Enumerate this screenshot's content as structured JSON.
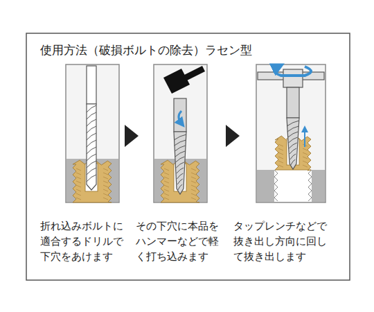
{
  "diagram": {
    "title": "使用方法（破損ボルトの除去）ラセン型",
    "labels": [
      "折れ込みボルトに適合するドリルで下穴をあけます",
      "その下穴に本品をハンマーなどで軽く打ち込みます",
      "タップレンチなどで抜き出し方向に回して抜き出します"
    ]
  }
}
